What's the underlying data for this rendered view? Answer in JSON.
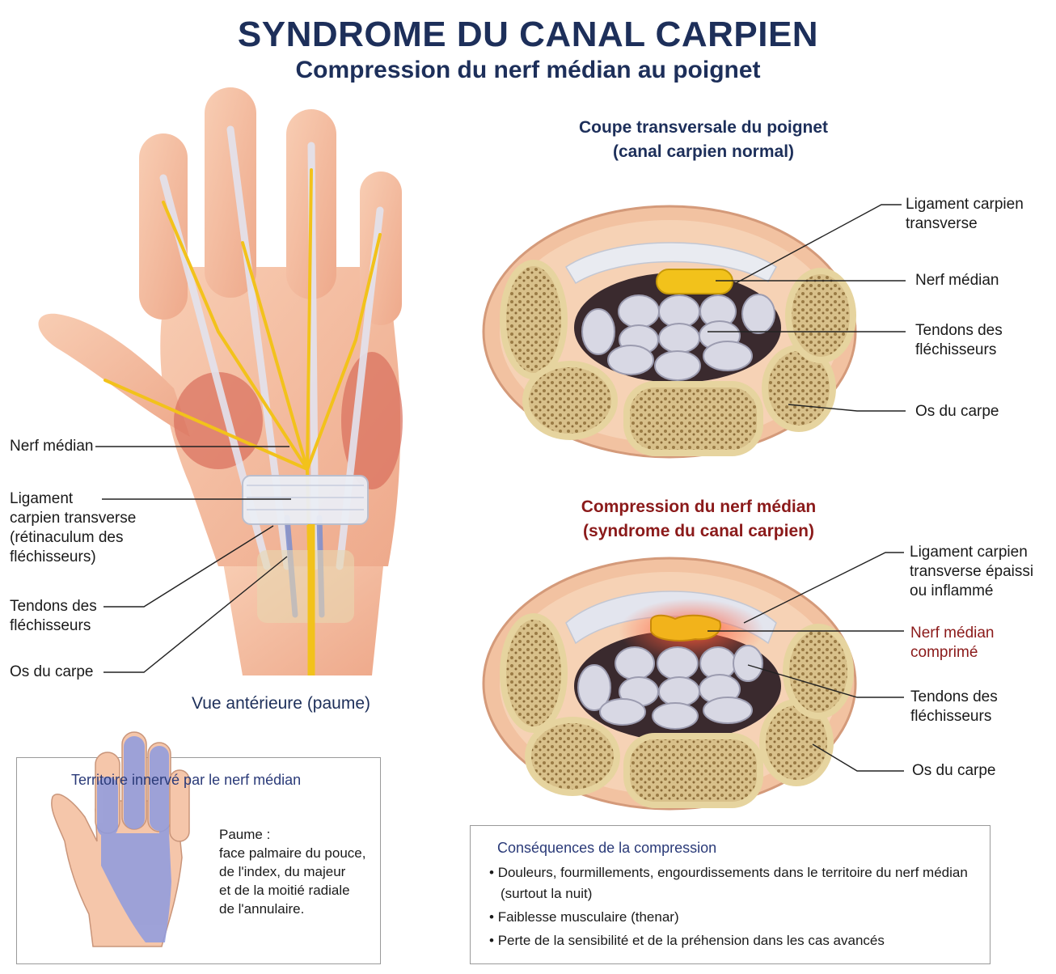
{
  "title": "SYNDROME DU CANAL CARPIEN",
  "subtitle": "Compression du nerf médian au poignet",
  "hand_view": {
    "caption": "Vue antérieure (paume)",
    "labels": {
      "median_nerve": "Nerf médian",
      "ligament": "Ligament\ncarpien transverse\n(rétinaculum des\nfléchisseurs)",
      "tendons": "Tendons des\nfléchisseurs",
      "carpal_bones": "Os du carpe"
    }
  },
  "normal_section": {
    "title": "Coupe transversale du poignet\n(canal carpien normal)",
    "labels": {
      "ligament": "Ligament carpien\ntransverse",
      "nerve": "Nerf médian",
      "tendons": "Tendons des\nfléchisseurs",
      "bones": "Os du carpe"
    }
  },
  "compressed_section": {
    "title": "Compression du nerf médian\n(syndrome du canal carpien)",
    "labels": {
      "ligament": "Ligament carpien\ntransverse épaissi\nou inflammé",
      "nerve": "Nerf médian\ncomprimé",
      "tendons": "Tendons des\nfléchisseurs",
      "bones": "Os du carpe"
    }
  },
  "territory_box": {
    "title": "Territoire innervé par le nerf médian",
    "text": "Paume :\nface palmaire du pouce,\nde l'index, du majeur\net de la moitié radiale\nde l'annulaire."
  },
  "consequences_box": {
    "title": "Conséquences de la compression",
    "items": [
      "Douleurs, fourmillements, engourdissements dans le territoire du nerf médian (surtout la nuit)",
      "Faiblesse musculaire (thenar)",
      "Perte de la sensibilité et de la préhension dans les cas avancés"
    ]
  },
  "colors": {
    "title": "#1d2f5a",
    "alert": "#8b1a1a",
    "skin": "#f2b89a",
    "nerve": "#f2c21b",
    "bone": "#e9d9ae",
    "tendon": "#d8d8e4",
    "territory": "#8e9be0"
  }
}
